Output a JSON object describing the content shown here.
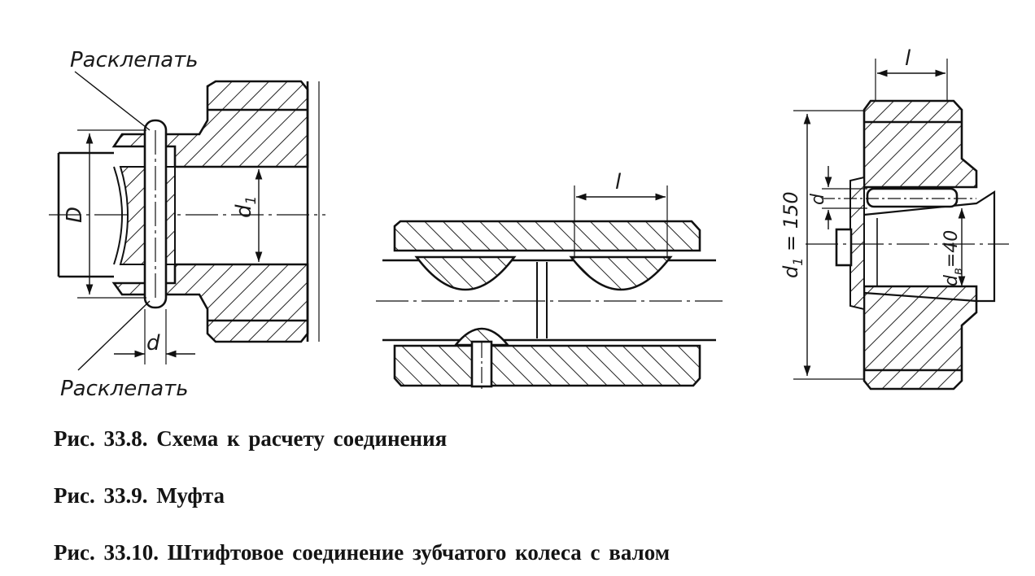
{
  "figure_33_8": {
    "callout_top": "Расклепать",
    "callout_bottom": "Расклепать",
    "dim_D": "D",
    "dim_d1": "d",
    "dim_d1_sub": "1",
    "dim_d": "d"
  },
  "figure_33_9": {
    "dim_l": "l"
  },
  "figure_33_10": {
    "dim_l": "l",
    "dim_d": "d",
    "dim_d1": "d",
    "dim_d1_sub": "1",
    "dim_d1_value": " = 150",
    "dim_dv": "d",
    "dim_dv_sub": "в",
    "dim_dv_value": "=40"
  },
  "captions": [
    "Рис. 33.8. Схема к расчету соединения",
    "Рис. 33.9. Муфта",
    "Рис. 33.10. Штифтовое соединение зубчатого колеса с валом"
  ]
}
